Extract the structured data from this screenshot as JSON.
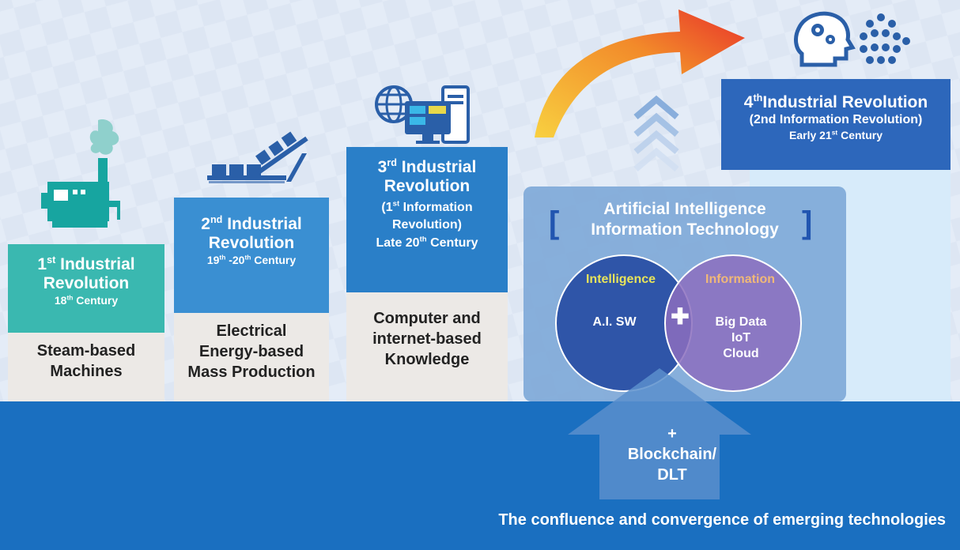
{
  "colors": {
    "background": "#dfe8f5",
    "floor": "#1a6fc0",
    "stage1": "#3ab8b0",
    "stage2": "#3a8fd2",
    "stage3": "#2a7fc8",
    "stage4": "#2d67bb",
    "description_bg": "#ece9e6",
    "intelligence_label": "#e8e45a",
    "information_label": "#f0b878"
  },
  "stages": [
    {
      "title_line1": "Industrial",
      "title_line2": "Revolution",
      "ordinal_num": "1",
      "ordinal_suffix": "st",
      "century_num": "18",
      "century_suffix": "th",
      "century_text": "Century",
      "description": [
        "Steam-based",
        "Machines"
      ],
      "icon": "steam-engine-icon"
    },
    {
      "title_line1": "Industrial",
      "title_line2": "Revolution",
      "ordinal_num": "2",
      "ordinal_suffix": "nd",
      "century_a": "19",
      "century_a_suffix": "th",
      "century_b": "-20",
      "century_b_suffix": "th",
      "century_text": "Century",
      "description": [
        "Electrical",
        "Energy-based",
        "Mass Production"
      ],
      "icon": "conveyor-belt-icon"
    },
    {
      "title_line1": "Industrial",
      "title_line2": "Revolution",
      "ordinal_num": "3",
      "ordinal_suffix": "rd",
      "info_open": "(1",
      "info_suffix": "st",
      "info_word": "Information",
      "info_close": "Revolution)",
      "late": "Late 20",
      "late_suffix": "th",
      "century_text": "Century",
      "description": [
        "Computer and",
        "internet-based",
        "Knowledge"
      ],
      "icon": "computer-globe-icon"
    },
    {
      "ordinal_num": "4",
      "ordinal_suffix": "th",
      "title": "Industrial Revolution",
      "subtitle": "(2nd  Information Revolution)",
      "early": "Early 21",
      "early_suffix": "st",
      "century_text": "Century",
      "icon": "ai-head-network-icon"
    }
  ],
  "ai_panel": {
    "bracket_left": "[",
    "bracket_right": "]",
    "title_line1": "Artificial Intelligence",
    "title_line2": "Information Technology",
    "left_circle_label": "Intelligence",
    "left_circle_text": "A.I.  SW",
    "right_circle_label": "Information",
    "right_circle_lines": [
      "Big Data",
      "IoT",
      "Cloud"
    ],
    "plus": "✚"
  },
  "up_arrow": {
    "plus": "+",
    "line1": "Blockchain/",
    "line2": "DLT"
  },
  "footer": "The confluence and convergence of emerging technologies"
}
